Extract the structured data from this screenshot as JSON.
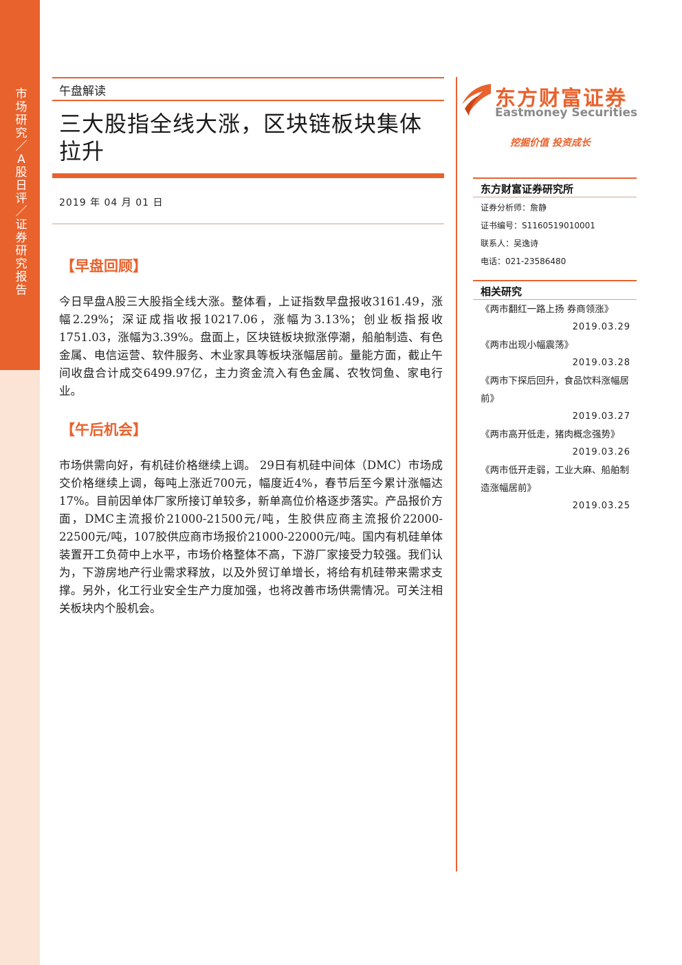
{
  "sidebar": {
    "text": "市场研究／A股日评／证券研究报告"
  },
  "header": {
    "section": "午盘解读",
    "title": "三大股指全线大涨，区块链板块集体拉升",
    "date": "2019 年 04 月 01 日"
  },
  "brand": {
    "name_cn": "东方财富证券",
    "name_en": "Eastmoney Securities",
    "slogan": "挖掘价值 投资成长",
    "accent": "#e8622d"
  },
  "morning": {
    "heading": "【早盘回顾】",
    "text": "今日早盘A股三大股指全线大涨。整体看，上证指数早盘报收3161.49，涨幅2.29%；深证成指收报10217.06，涨幅为3.13%；创业板指报收1751.03，涨幅为3.39%。盘面上，区块链板块掀涨停潮，船舶制造、有色金属、电信运营、软件服务、木业家具等板块涨幅居前。量能方面，截止午间收盘合计成交6499.97亿，主力资金流入有色金属、农牧饲鱼、家电行业。"
  },
  "afternoon": {
    "heading": "【午后机会】",
    "text": "市场供需向好，有机硅价格继续上调。 29日有机硅中间体（DMC）市场成交价格继续上调，每吨上涨近700元，幅度近4%，春节后至今累计涨幅达17%。目前因单体厂家所接订单较多，新单高位价格逐步落实。产品报价方面，DMC主流报价21000-21500元/吨，生胶供应商主流报价22000-22500元/吨，107胶供应商市场报价21000-22000元/吨。国内有机硅单体装置开工负荷中上水平，市场价格整体不高，下游厂家接受力较强。我们认为，下游房地产行业需求释放，以及外贸订单增长，将给有机硅带来需求支撑。另外，化工行业安全生产力度加强，也将改善市场供需情况。可关注相关板块内个股机会。"
  },
  "institute": {
    "title": "东方财富证券研究所",
    "analyst": "证券分析师：詹静",
    "cert": "证书编号：S1160519010001",
    "contact": "联系人：吴逸诗",
    "phone": "电话：021-23586480"
  },
  "related": {
    "title": "相关研究",
    "items": [
      {
        "title": "《两市翻红一路上扬 券商领涨》",
        "date": "2019.03.29"
      },
      {
        "title": "《两市出现小幅震荡》",
        "date": "2019.03.28"
      },
      {
        "title": "《两市下探后回升，食品饮料涨幅居前》",
        "date": "2019.03.27"
      },
      {
        "title": "《两市高开低走，猪肉概念强势》",
        "date": "2019.03.26"
      },
      {
        "title": "《两市低开走弱，工业大麻、船舶制造涨幅居前》",
        "date": "2019.03.25"
      }
    ]
  }
}
